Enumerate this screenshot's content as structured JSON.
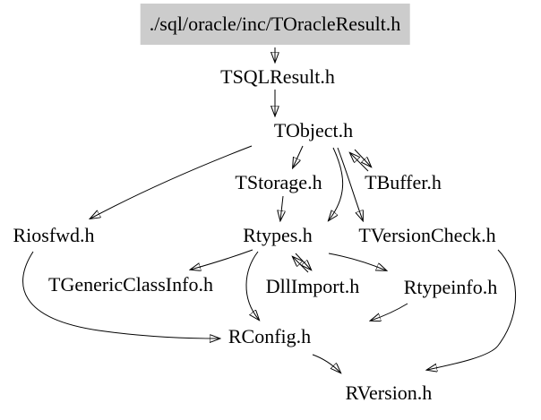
{
  "diagram": {
    "type": "include-dependency-graph",
    "background_color": "#ffffff",
    "highlight_color": "#cccccc",
    "line_color": "#000000",
    "text_color": "#000000"
  },
  "nodes": [
    {
      "id": "toracleresult",
      "label": "./sql/oracle/inc/TOracleResult.h",
      "highlighted": true
    },
    {
      "id": "tsqlresult",
      "label": "TSQLResult.h"
    },
    {
      "id": "tobject",
      "label": "TObject.h"
    },
    {
      "id": "tstorage",
      "label": "TStorage.h"
    },
    {
      "id": "tbuffer",
      "label": "TBuffer.h"
    },
    {
      "id": "riosfwd",
      "label": "Riosfwd.h"
    },
    {
      "id": "rtypes",
      "label": "Rtypes.h"
    },
    {
      "id": "tversioncheck",
      "label": "TVersionCheck.h"
    },
    {
      "id": "tgenericclassinfo",
      "label": "TGenericClassInfo.h"
    },
    {
      "id": "dllimport",
      "label": "DllImport.h"
    },
    {
      "id": "rtypeinfo",
      "label": "Rtypeinfo.h"
    },
    {
      "id": "rconfig",
      "label": "RConfig.h"
    },
    {
      "id": "rversion",
      "label": "RVersion.h"
    }
  ],
  "edges": [
    {
      "from": "toracleresult",
      "to": "tsqlresult"
    },
    {
      "from": "tsqlresult",
      "to": "tobject"
    },
    {
      "from": "tobject",
      "to": "riosfwd"
    },
    {
      "from": "tobject",
      "to": "tstorage"
    },
    {
      "from": "tobject",
      "to": "tbuffer"
    },
    {
      "from": "tbuffer",
      "to": "tobject"
    },
    {
      "from": "tobject",
      "to": "rtypes"
    },
    {
      "from": "tobject",
      "to": "tversioncheck"
    },
    {
      "from": "tstorage",
      "to": "rtypes"
    },
    {
      "from": "rtypes",
      "to": "tgenericclassinfo"
    },
    {
      "from": "rtypes",
      "to": "dllimport"
    },
    {
      "from": "dllimport",
      "to": "rtypes"
    },
    {
      "from": "rtypes",
      "to": "rtypeinfo"
    },
    {
      "from": "rtypes",
      "to": "rconfig"
    },
    {
      "from": "riosfwd",
      "to": "rconfig"
    },
    {
      "from": "rtypeinfo",
      "to": "rconfig"
    },
    {
      "from": "rconfig",
      "to": "rversion"
    },
    {
      "from": "tversioncheck",
      "to": "rversion"
    }
  ]
}
